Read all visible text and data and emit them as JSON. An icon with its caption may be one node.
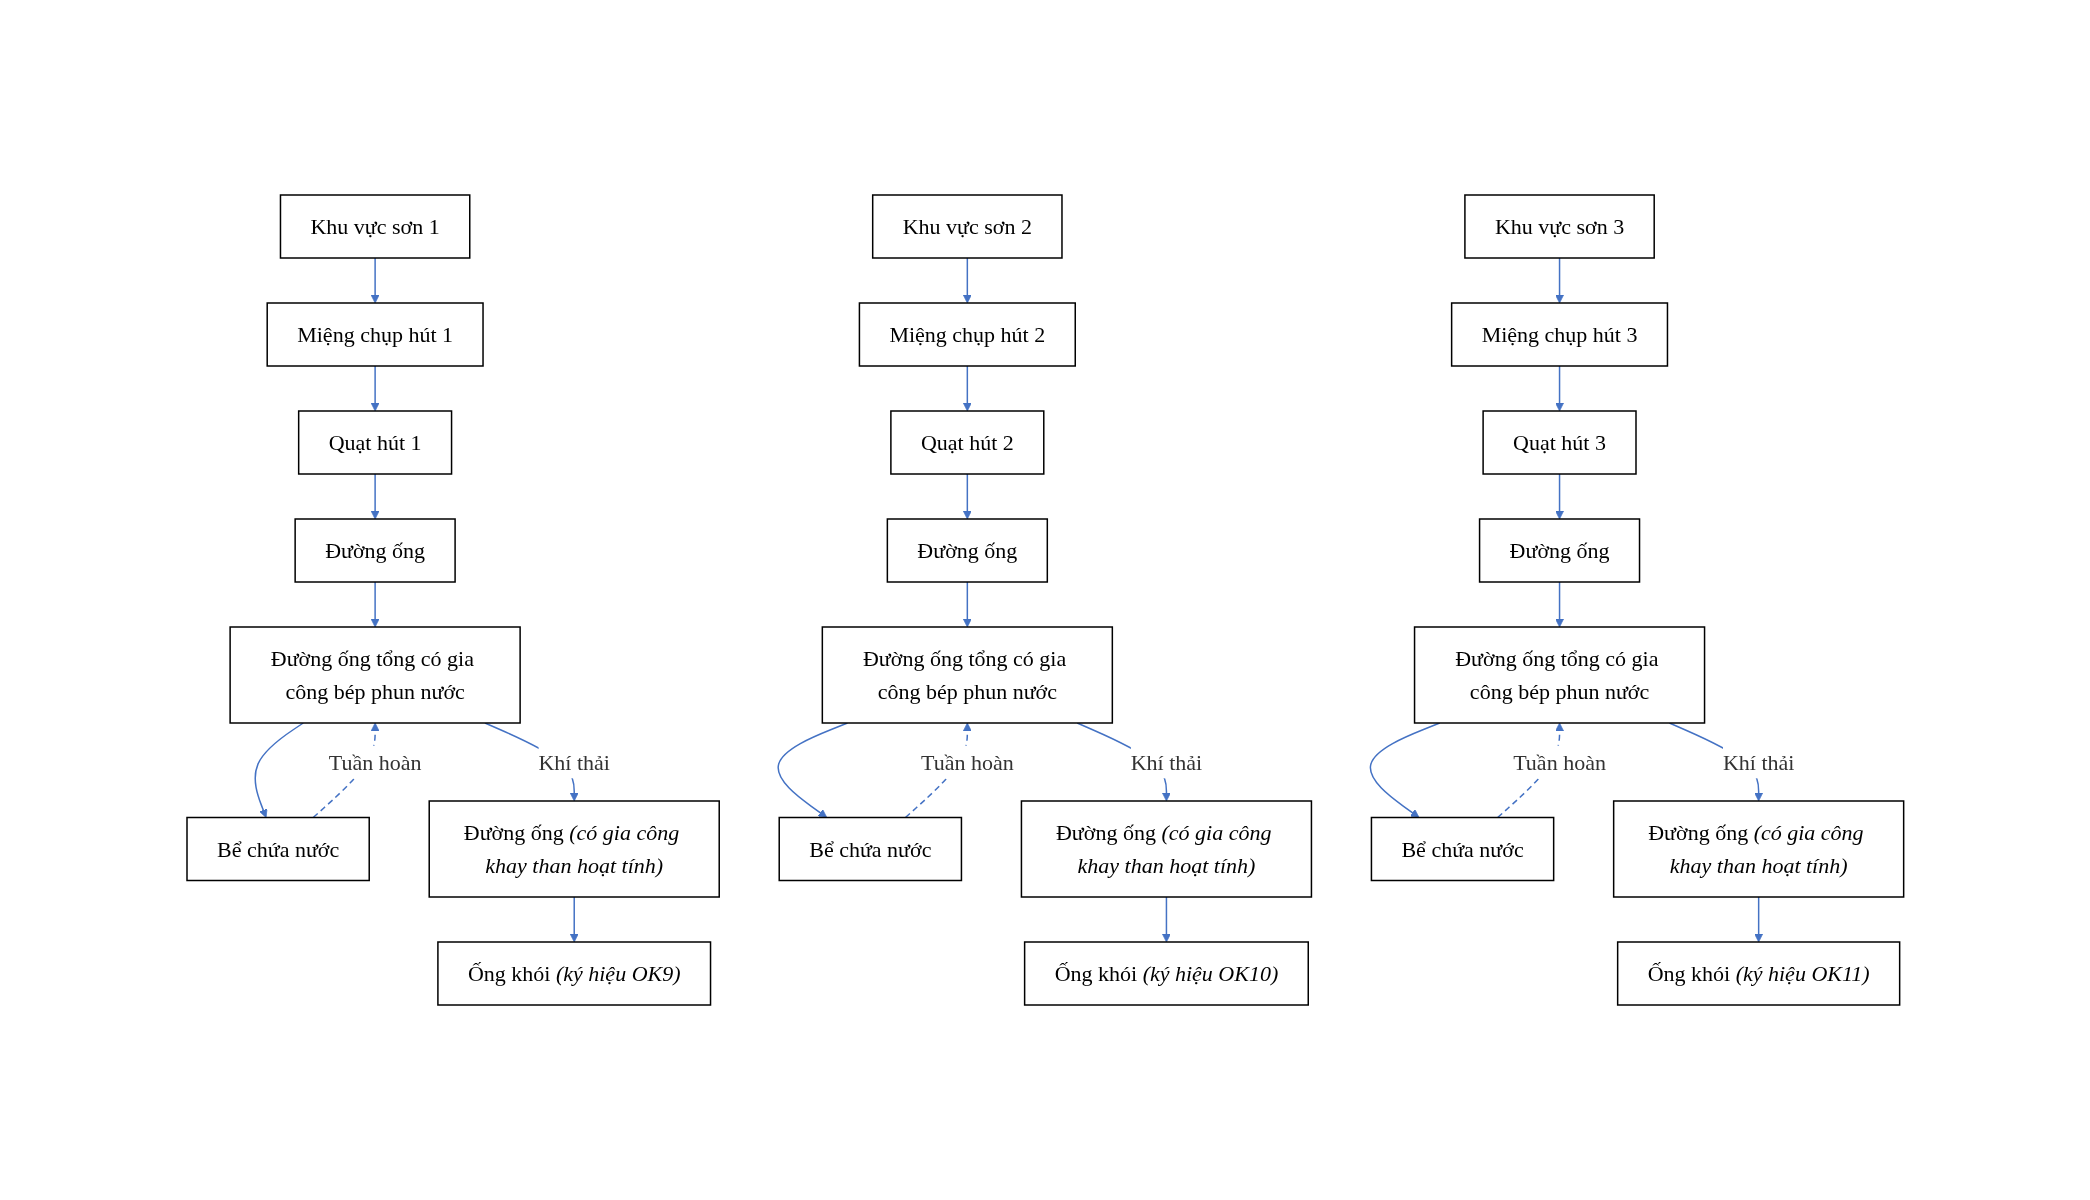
{
  "diagram": {
    "nodes": [
      {
        "text": [
          "Khu vực sơn 1"
        ]
      },
      {
        "text": [
          "Miệng chụp hút 1"
        ]
      },
      {
        "text": [
          "Quạt hút 1"
        ]
      },
      {
        "text": [
          "Đường ống"
        ]
      },
      {
        "text": [
          "Bể chứa nước"
        ]
      },
      {
        "text": [
          "Đường ống tổng có gia công bép phun nước"
        ]
      },
      {
        "text": [
          "Đường ống *(có gia công khay than hoạt tính)*"
        ]
      },
      {
        "text": [
          "Ống khói *(ký hiệu OK9)*"
        ]
      },
      {
        "text": [
          "Khu vực sơn 2"
        ]
      },
      {
        "text": [
          "Miệng chụp hút 2"
        ]
      },
      {
        "text": [
          "Quạt hút 2"
        ]
      },
      {
        "text": [
          "Đường ống"
        ]
      },
      {
        "text": [
          "Bể chứa nước"
        ]
      },
      {
        "text": [
          "Đường ống tổng có gia công bép phun nước"
        ]
      },
      {
        "text": [
          "Đường ống *(có gia công khay than hoạt tính)*"
        ]
      },
      {
        "text": [
          "Ống khói *(ký hiệu OK10)*"
        ]
      },
      {
        "text": [
          "Khu vực sơn 3"
        ]
      },
      {
        "text": [
          "Miệng chụp hút 3"
        ]
      },
      {
        "text": [
          "Quạt hút 3"
        ]
      },
      {
        "text": [
          "Đường ống"
        ]
      },
      {
        "text": [
          "Đường ống tổng có gia công bép phun nước"
        ]
      },
      {
        "text": [
          "Bể chứa nước"
        ]
      },
      {
        "text": [
          "Đường ống *(có gia công khay than hoạt tính)*"
        ]
      },
      {
        "text": [
          "Ống khói *(ký hiệu OK11)*"
        ]
      }
    ],
    "edges": [
      {
        "from": 0,
        "to": 1,
        "arrow": "to"
      },
      {
        "from": 1,
        "to": 2,
        "arrow": "to"
      },
      {
        "from": 2,
        "to": 3,
        "arrow": "to"
      },
      {
        "from": 3,
        "to": 5,
        "arrow": "to"
      },
      {
        "from": 4,
        "to": 5,
        "arrow": "to",
        "style": "dashed",
        "label": "Tuần hoàn"
      },
      {
        "from": 5,
        "to": 4,
        "arrow": "to"
      },
      {
        "from": 5,
        "to": 6,
        "arrow": "to",
        "label": "Khí thải"
      },
      {
        "from": 6,
        "to": 7,
        "arrow": "to"
      },
      {
        "from": 8,
        "to": 9,
        "arrow": "to"
      },
      {
        "from": 9,
        "to": 10,
        "arrow": "to"
      },
      {
        "from": 10,
        "to": 11,
        "arrow": "to"
      },
      {
        "from": 11,
        "to": 13,
        "arrow": "to"
      },
      {
        "from": 12,
        "to": 13,
        "arrow": "to",
        "style": "dashed",
        "label": "Tuần hoàn"
      },
      {
        "from": 13,
        "to": 12,
        "arrow": "to"
      },
      {
        "from": 13,
        "to": 14,
        "arrow": "to",
        "label": "Khí thải"
      },
      {
        "from": 14,
        "to": 15,
        "arrow": "to"
      },
      {
        "from": 16,
        "to": 17,
        "arrow": "to"
      },
      {
        "from": 17,
        "to": 18,
        "arrow": "to"
      },
      {
        "from": 18,
        "to": 19,
        "arrow": "to"
      },
      {
        "from": 19,
        "to": 20,
        "arrow": "to"
      },
      {
        "from": 21,
        "to": 20,
        "arrow": "to",
        "style": "dashed",
        "label": "Tuần hoàn"
      },
      {
        "from": 20,
        "to": 21,
        "arrow": "to"
      },
      {
        "from": 20,
        "to": 22,
        "arrow": "to",
        "label": "Khí thải"
      },
      {
        "from": 22,
        "to": 23,
        "arrow": "to"
      }
    ]
  }
}
